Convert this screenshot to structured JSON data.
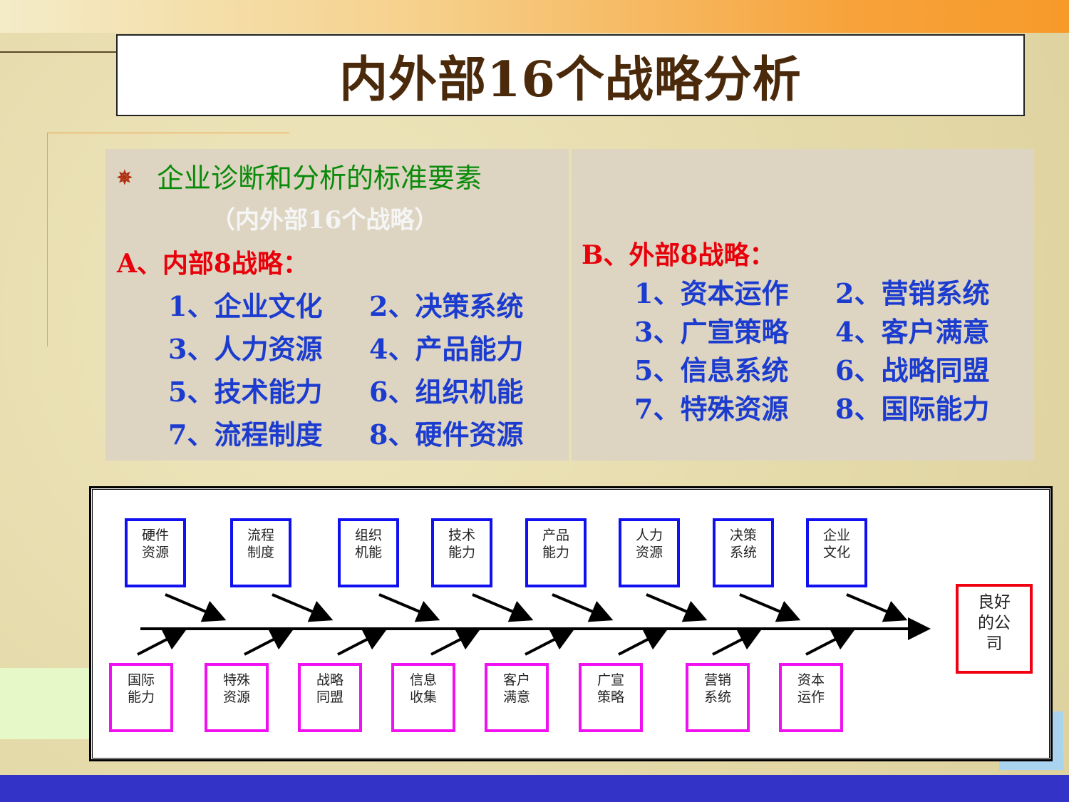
{
  "title": "内外部16个战略分析",
  "left_panel": {
    "heading": "企业诊断和分析的标准要素",
    "subheading": "（内外部16个战略）",
    "section_title": "A、内部8战略：",
    "items": [
      "1、企业文化",
      "2、决策系统",
      "3、人力资源",
      "4、产品能力",
      "5、技术能力",
      "6、组织机能",
      "7、流程制度",
      "8、硬件资源"
    ]
  },
  "right_panel": {
    "section_title": "B、外部8战略：",
    "items": [
      "1、资本运作",
      "2、营销系统",
      "3、广宣策略",
      "4、客户满意",
      "5、信息系统",
      "6、战略同盟",
      "7、特殊资源",
      "8、国际能力"
    ]
  },
  "diagram": {
    "internal": [
      [
        "硬件",
        "资源"
      ],
      [
        "流程",
        "制度"
      ],
      [
        "组织",
        "机能"
      ],
      [
        "技术",
        "能力"
      ],
      [
        "产品",
        "能力"
      ],
      [
        "人力",
        "资源"
      ],
      [
        "决策",
        "系统"
      ],
      [
        "企业",
        "文化"
      ]
    ],
    "external": [
      [
        "国际",
        "能力"
      ],
      [
        "特殊",
        "资源"
      ],
      [
        "战略",
        "同盟"
      ],
      [
        "信息",
        "收集"
      ],
      [
        "客户",
        "满意"
      ],
      [
        "广宣",
        "策略"
      ],
      [
        "营销",
        "系统"
      ],
      [
        "资本",
        "运作"
      ]
    ],
    "goal": [
      "良好",
      "的公",
      "司"
    ]
  },
  "colors": {
    "internal": "#1010f0",
    "external": "#f010f0",
    "goal": "#f00010",
    "blue_text": "#1c3cd0",
    "red_text": "#e8000b"
  }
}
